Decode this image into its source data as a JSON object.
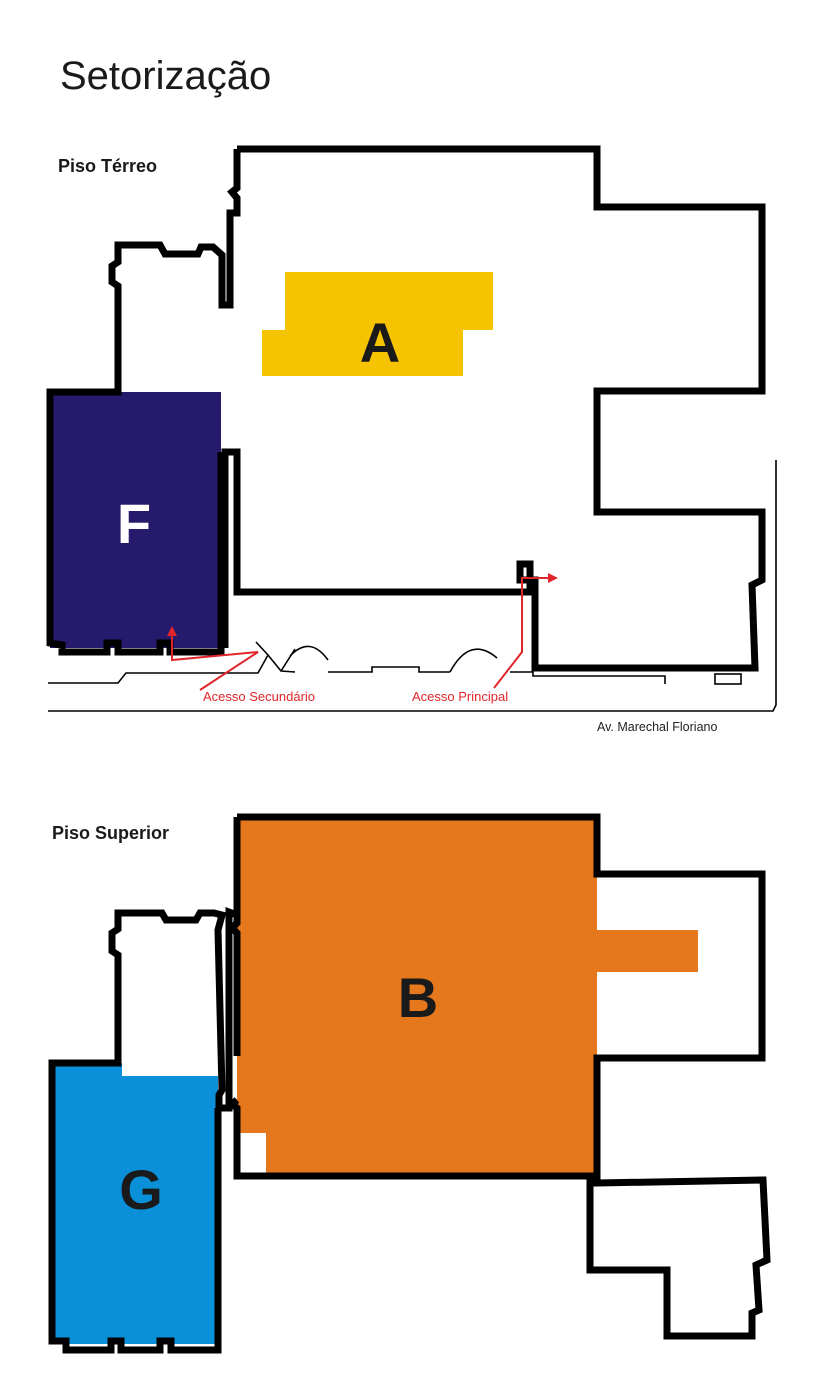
{
  "title": "Setorização",
  "ground_floor": {
    "label": "Piso Térreo",
    "zones": [
      {
        "letter": "A",
        "color": "#f5c300",
        "text_color": "#1a1a1a"
      },
      {
        "letter": "F",
        "color": "#251a6b",
        "text_color": "#ffffff"
      }
    ],
    "secondary_access": "Acesso Secundário",
    "main_access": "Acesso Principal",
    "street": "Av. Marechal Floriano",
    "route_color": "#e0262b"
  },
  "upper_floor": {
    "label": "Piso Superior",
    "zones": [
      {
        "letter": "B",
        "color": "#e5781c",
        "text_color": "#1a1a1a"
      },
      {
        "letter": "G",
        "color": "#0a8fd9",
        "text_color": "#1a1a1a"
      }
    ]
  }
}
